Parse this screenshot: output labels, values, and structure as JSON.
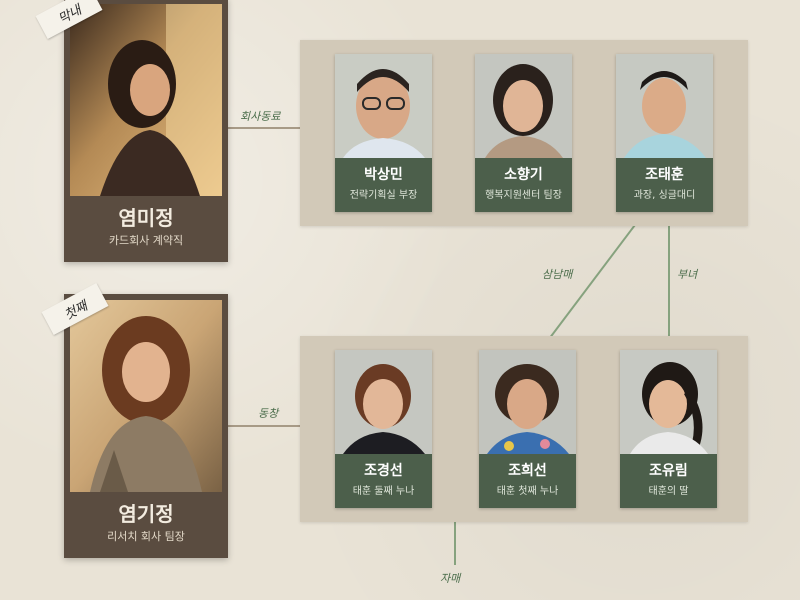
{
  "protagonists": [
    {
      "tag": "막내",
      "name": "염미정",
      "role": "카드회사 계약직"
    },
    {
      "tag": "첫째",
      "name": "염기정",
      "role": "리서치 회사 팀장"
    }
  ],
  "relations": {
    "coworkers": "회사동료",
    "siblings_in_law": "삼남매",
    "father_daughter": "부녀",
    "classmates": "동창",
    "sisters": "자매"
  },
  "top_group": [
    {
      "name": "박상민",
      "desc": "전략기획실 부장"
    },
    {
      "name": "소향기",
      "desc": "행복지원센터 팀장"
    },
    {
      "name": "조태훈",
      "desc": "과장, 싱글대디"
    }
  ],
  "bottom_group": [
    {
      "name": "조경선",
      "desc": "태훈 둘째 누나"
    },
    {
      "name": "조희선",
      "desc": "태훈 첫째 누나"
    },
    {
      "name": "조유림",
      "desc": "태훈의 딸"
    }
  ],
  "colors": {
    "background": "#e9e3d6",
    "group_panel": "#d2c9b8",
    "card": "#4c5f4b",
    "hero_card": "#5a4c40",
    "line_green": "#86a27e"
  }
}
